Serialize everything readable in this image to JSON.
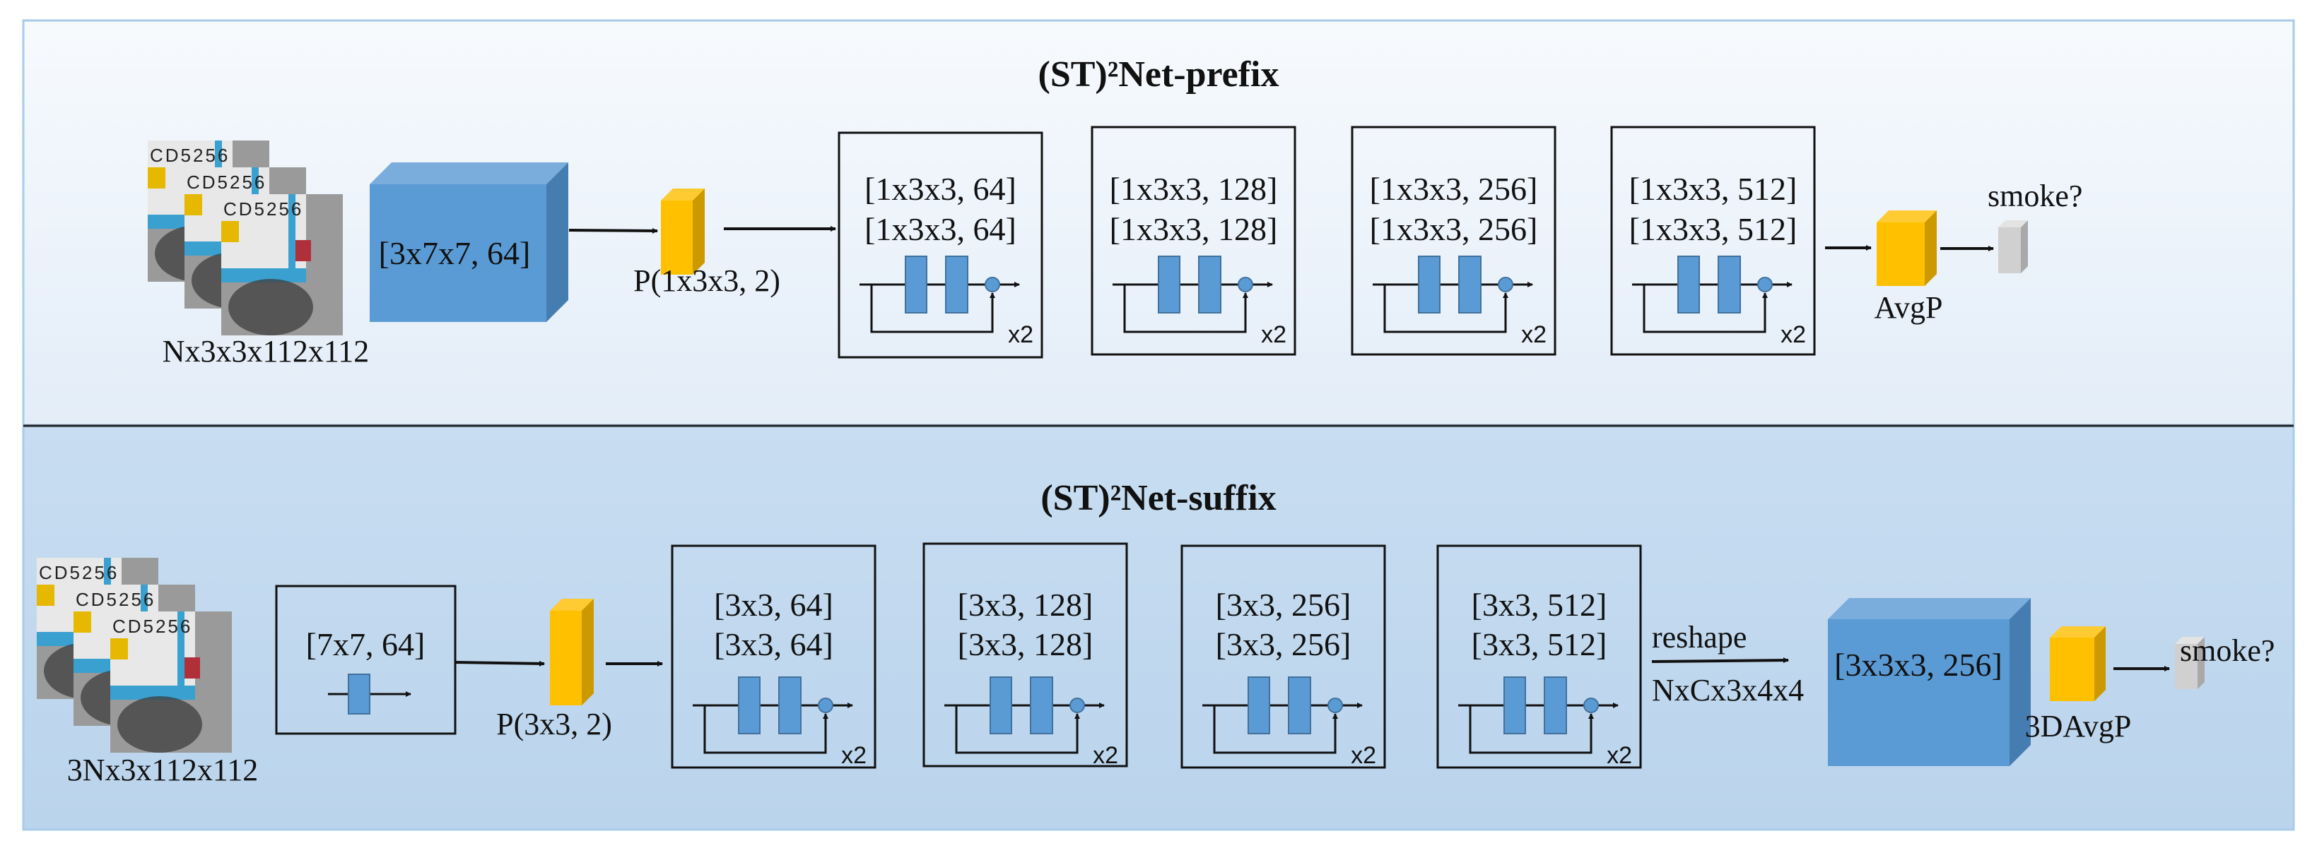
{
  "prefix": {
    "title": "(ST)²Net-prefix",
    "input_label": "Nx3x3x112x112",
    "conv_label": "[3x7x7, 64]",
    "pool_label": "P(1x3x3, 2)",
    "blocks": [
      {
        "line1": "[1x3x3, 64]",
        "line2": "[1x3x3, 64]",
        "repeat": "x2"
      },
      {
        "line1": "[1x3x3, 128]",
        "line2": "[1x3x3, 128]",
        "repeat": "x2"
      },
      {
        "line1": "[1x3x3, 256]",
        "line2": "[1x3x3, 256]",
        "repeat": "x2"
      },
      {
        "line1": "[1x3x3, 512]",
        "line2": "[1x3x3, 512]",
        "repeat": "x2"
      }
    ],
    "avgpool_label": "AvgP",
    "output_label": "smoke?"
  },
  "suffix": {
    "title": "(ST)²Net-suffix",
    "input_label": "3Nx3x112x112",
    "conv_label": "[7x7, 64]",
    "pool_label": "P(3x3, 2)",
    "blocks": [
      {
        "line1": "[3x3, 64]",
        "line2": "[3x3, 64]",
        "repeat": "x2"
      },
      {
        "line1": "[3x3, 128]",
        "line2": "[3x3, 128]",
        "repeat": "x2"
      },
      {
        "line1": "[3x3, 256]",
        "line2": "[3x3, 256]",
        "repeat": "x2"
      },
      {
        "line1": "[3x3, 512]",
        "line2": "[3x3, 512]",
        "repeat": "x2"
      }
    ],
    "reshape_label": "reshape",
    "reshape_shape": "NxCx3x4x4",
    "conv3d_label": "[3x3x3, 256]",
    "avgpool_label": "3DAvgP",
    "output_label": "smoke?"
  },
  "photo_plate_text": "CD5256",
  "colors": {
    "conv_blue": "#5b9bd5",
    "conv_blue_top": "#7aacdc",
    "conv_blue_side": "#467db0",
    "pool_yellow": "#ffc000",
    "pool_yellow_top": "#ffcb33",
    "pool_yellow_side": "#cc9a00",
    "output_gray": "#d0d0d0",
    "panel_border": "#a9cbea"
  }
}
